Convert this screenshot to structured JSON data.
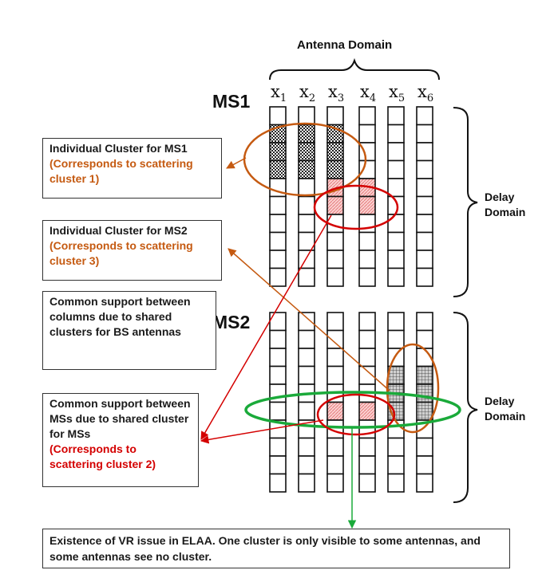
{
  "header": {
    "title": "Antenna Domain"
  },
  "columns": [
    {
      "base": "x",
      "sub": "1"
    },
    {
      "base": "x",
      "sub": "2"
    },
    {
      "base": "x",
      "sub": "3"
    },
    {
      "base": "x",
      "sub": "4"
    },
    {
      "base": "x",
      "sub": "5"
    },
    {
      "base": "x",
      "sub": "6"
    }
  ],
  "ms_labels": {
    "ms1": "MS1",
    "ms2": "MS2"
  },
  "delay_labels": {
    "line1": "Delay",
    "line2": "Domain"
  },
  "callouts": {
    "ms1_cluster": {
      "text": "Individual Cluster for MS1",
      "note": "(Corresponds to scattering cluster 1)"
    },
    "ms2_cluster": {
      "text": "Individual Cluster for MS2",
      "note": "(Corresponds to scattering cluster 3)"
    },
    "common_columns": {
      "text": "Common support between columns due to shared clusters for BS antennas"
    },
    "common_ms": {
      "text": "Common support between MSs due to shared cluster for MSs",
      "note": "(Corresponds to scattering cluster 2)"
    },
    "vr_issue": {
      "text": "Existence of VR issue in ELAA. One cluster is only visible to some antennas, and some antennas see no cluster."
    }
  },
  "colors": {
    "orange": "#c55a11",
    "red": "#d40000",
    "green": "#1aaa3a",
    "hatch_fill": "#222222",
    "pink_fill": "#f4a8a8"
  }
}
